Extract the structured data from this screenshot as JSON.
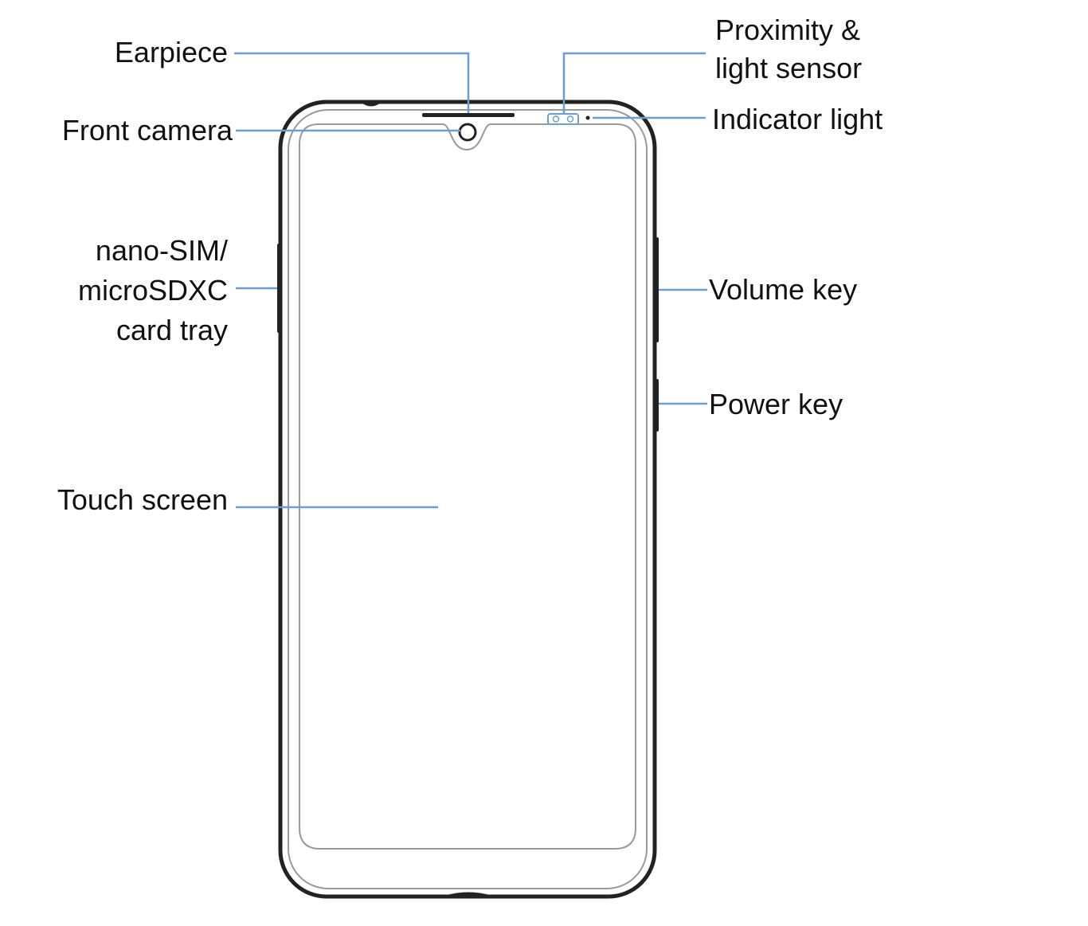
{
  "colors": {
    "leader_line": "#6a9fcf",
    "outline": "#222222",
    "inner_outline": "#888888",
    "text": "#111111"
  },
  "callouts": {
    "earpiece": "Earpiece",
    "front_camera": "Front camera",
    "sim_tray": [
      "nano-SIM/",
      "microSDXC",
      "card tray"
    ],
    "touch_screen": "Touch screen",
    "proximity_sensor": [
      "Proximity &",
      "light sensor"
    ],
    "indicator_light": "Indicator light",
    "volume_key": "Volume key",
    "power_key": "Power key"
  }
}
